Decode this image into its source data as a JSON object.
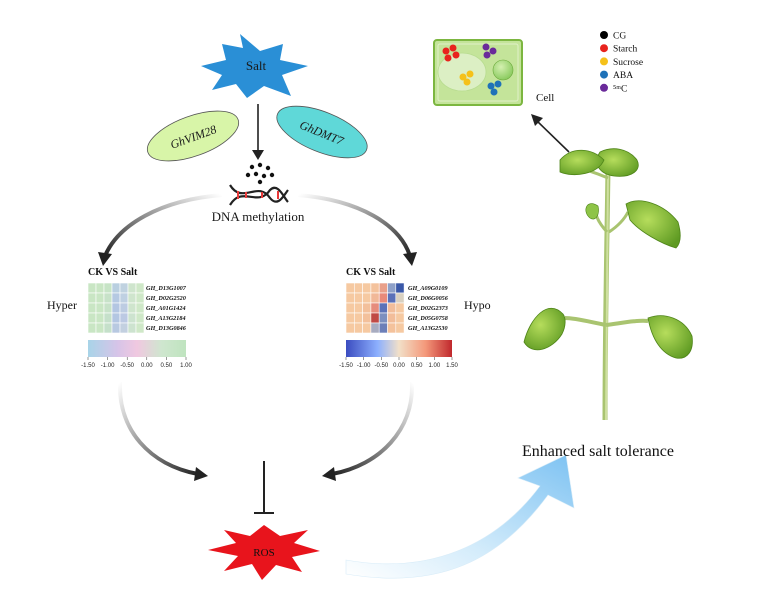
{
  "top": {
    "salt_label": "Salt",
    "enzyme_left": "GhVIM28",
    "enzyme_right": "GhDMT7",
    "dna_label": "DNA methylation"
  },
  "left_heatmap": {
    "title": "CK VS Salt",
    "side_label": "Hyper",
    "genes": [
      "GH_D13G1007",
      "GH_D02G2520",
      "GH_A01G1424",
      "GH_A13G2184",
      "GH_D13G0846"
    ],
    "scale_ticks": [
      "-1.50",
      "-1.00",
      "-0.50",
      "0.00",
      "0.50",
      "1.00"
    ],
    "cell_colors": [
      [
        "#c9e6c4",
        "#c9e6c4",
        "#c7e4c6",
        "#b9cfe0",
        "#c0d2e0",
        "#cfe5cd",
        "#cfe8c8"
      ],
      [
        "#c9e6c4",
        "#c9e6c4",
        "#c7e2c8",
        "#b5c9e2",
        "#bfd0e2",
        "#cfe5cd",
        "#cfe8c8"
      ],
      [
        "#c9e6c4",
        "#c9e6c4",
        "#c7e2c8",
        "#b3c6e2",
        "#bdcce2",
        "#cfe5cd",
        "#cfe8c8"
      ],
      [
        "#c9e6c4",
        "#c9e6c4",
        "#c5e0ca",
        "#b3c6e2",
        "#bcc9e3",
        "#cde3cf",
        "#cfe8c8"
      ],
      [
        "#c9e6c4",
        "#c9e6c4",
        "#c5e0ca",
        "#b8c9e1",
        "#c3d0e0",
        "#cde3cf",
        "#cfe8c8"
      ]
    ],
    "scale_colors": [
      "#a8d4e8",
      "#d6c4e8",
      "#f0c8e0",
      "#cfe6cf",
      "#bfe4bf"
    ]
  },
  "right_heatmap": {
    "title": "CK VS Salt",
    "side_label": "Hypo",
    "genes": [
      "GH_A09G0109",
      "GH_D06G0056",
      "GH_D02G2373",
      "GH_D05G0758",
      "GH_A13G2530"
    ],
    "scale_ticks": [
      "-1.50",
      "-1.00",
      "-0.50",
      "0.00",
      "0.50",
      "1.00",
      "1.50"
    ],
    "cell_colors": [
      [
        "#f6c9a1",
        "#f6c9a1",
        "#f6c9a1",
        "#f4c29c",
        "#e9a08a",
        "#8ea0c8",
        "#3a58a8"
      ],
      [
        "#f6c9a1",
        "#f6c9a1",
        "#f6c9a1",
        "#f1b898",
        "#e88a7a",
        "#5a70b8",
        "#d9d0c0"
      ],
      [
        "#f6c9a1",
        "#f6c9a1",
        "#f3c09b",
        "#e68c7c",
        "#5b72b8",
        "#f2bd9a",
        "#f6c9a1"
      ],
      [
        "#f6c9a1",
        "#f6c9a1",
        "#f3c09b",
        "#c04a45",
        "#7c8fbf",
        "#f2bd9a",
        "#f6c9a1"
      ],
      [
        "#f6c9a1",
        "#f6c9a1",
        "#f6c9a1",
        "#a8acc0",
        "#6d7fb8",
        "#f4c29c",
        "#f6c9a1"
      ]
    ],
    "scale_colors": [
      "#3b4cc0",
      "#8db0fe",
      "#f2e0c8",
      "#f4987a",
      "#c0282d"
    ]
  },
  "ros_label": "ROS",
  "legend": {
    "items": [
      {
        "label": "CG",
        "color": "#000000"
      },
      {
        "label": "Starch",
        "color": "#e8231d"
      },
      {
        "label": "Sucrose",
        "color": "#f5c11a"
      },
      {
        "label": "ABA",
        "color": "#1f72b8"
      },
      {
        "label": "⁵ᵐC",
        "color": "#6a2a9a"
      }
    ]
  },
  "cell_label": "Cell",
  "result_label": "Enhanced salt tolerance",
  "colors": {
    "salt_star": "#2a8fd6",
    "ros_star": "#e8141c",
    "enzyme_left_fill": "#d8f5a8",
    "enzyme_right_fill": "#5fd8d8",
    "cell_fill": "#c4e49a",
    "cell_border": "#7cb640"
  }
}
